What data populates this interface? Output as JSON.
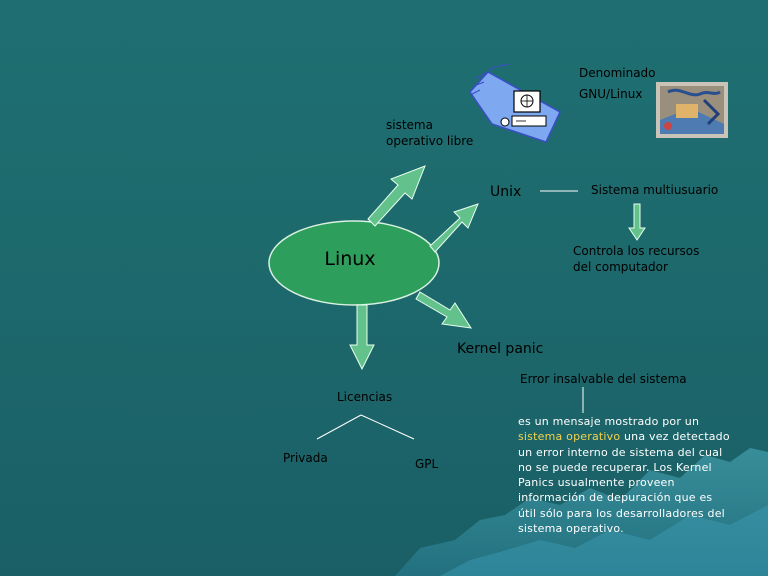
{
  "nodes": {
    "center": "Linux",
    "sistema_libre": [
      "sistema",
      "operativo libre"
    ],
    "unix": "Unix",
    "multiusuario": "Sistema multiusuario",
    "controla": [
      "Controla los recursos",
      "del computador"
    ],
    "denominado": [
      "Denominado",
      "GNU/Linux"
    ],
    "kernel_panic": "Kernel panic",
    "error": "Error insalvable del sistema",
    "licencias": "Licencias",
    "privada": "Privada",
    "gpl": "GPL"
  },
  "description": {
    "part1": "es un mensaje mostrado por un",
    "highlight": "sistema operativo",
    "part2": " una vez detectado un error interno de sistema del cual no se puede recuperar. Los Kernel Panics usualmente proveen información de depuración que es útil sólo para los desarrolladores del sistema operativo."
  },
  "icons": {
    "computer": "computer-clipart-icon",
    "gnu": "gnu-clipart-icon"
  },
  "colors": {
    "background": "#1f6f72",
    "oval_fill": "#2e9e5c",
    "arrow_fill": "#63c28b",
    "highlight": "#f3d34a"
  }
}
